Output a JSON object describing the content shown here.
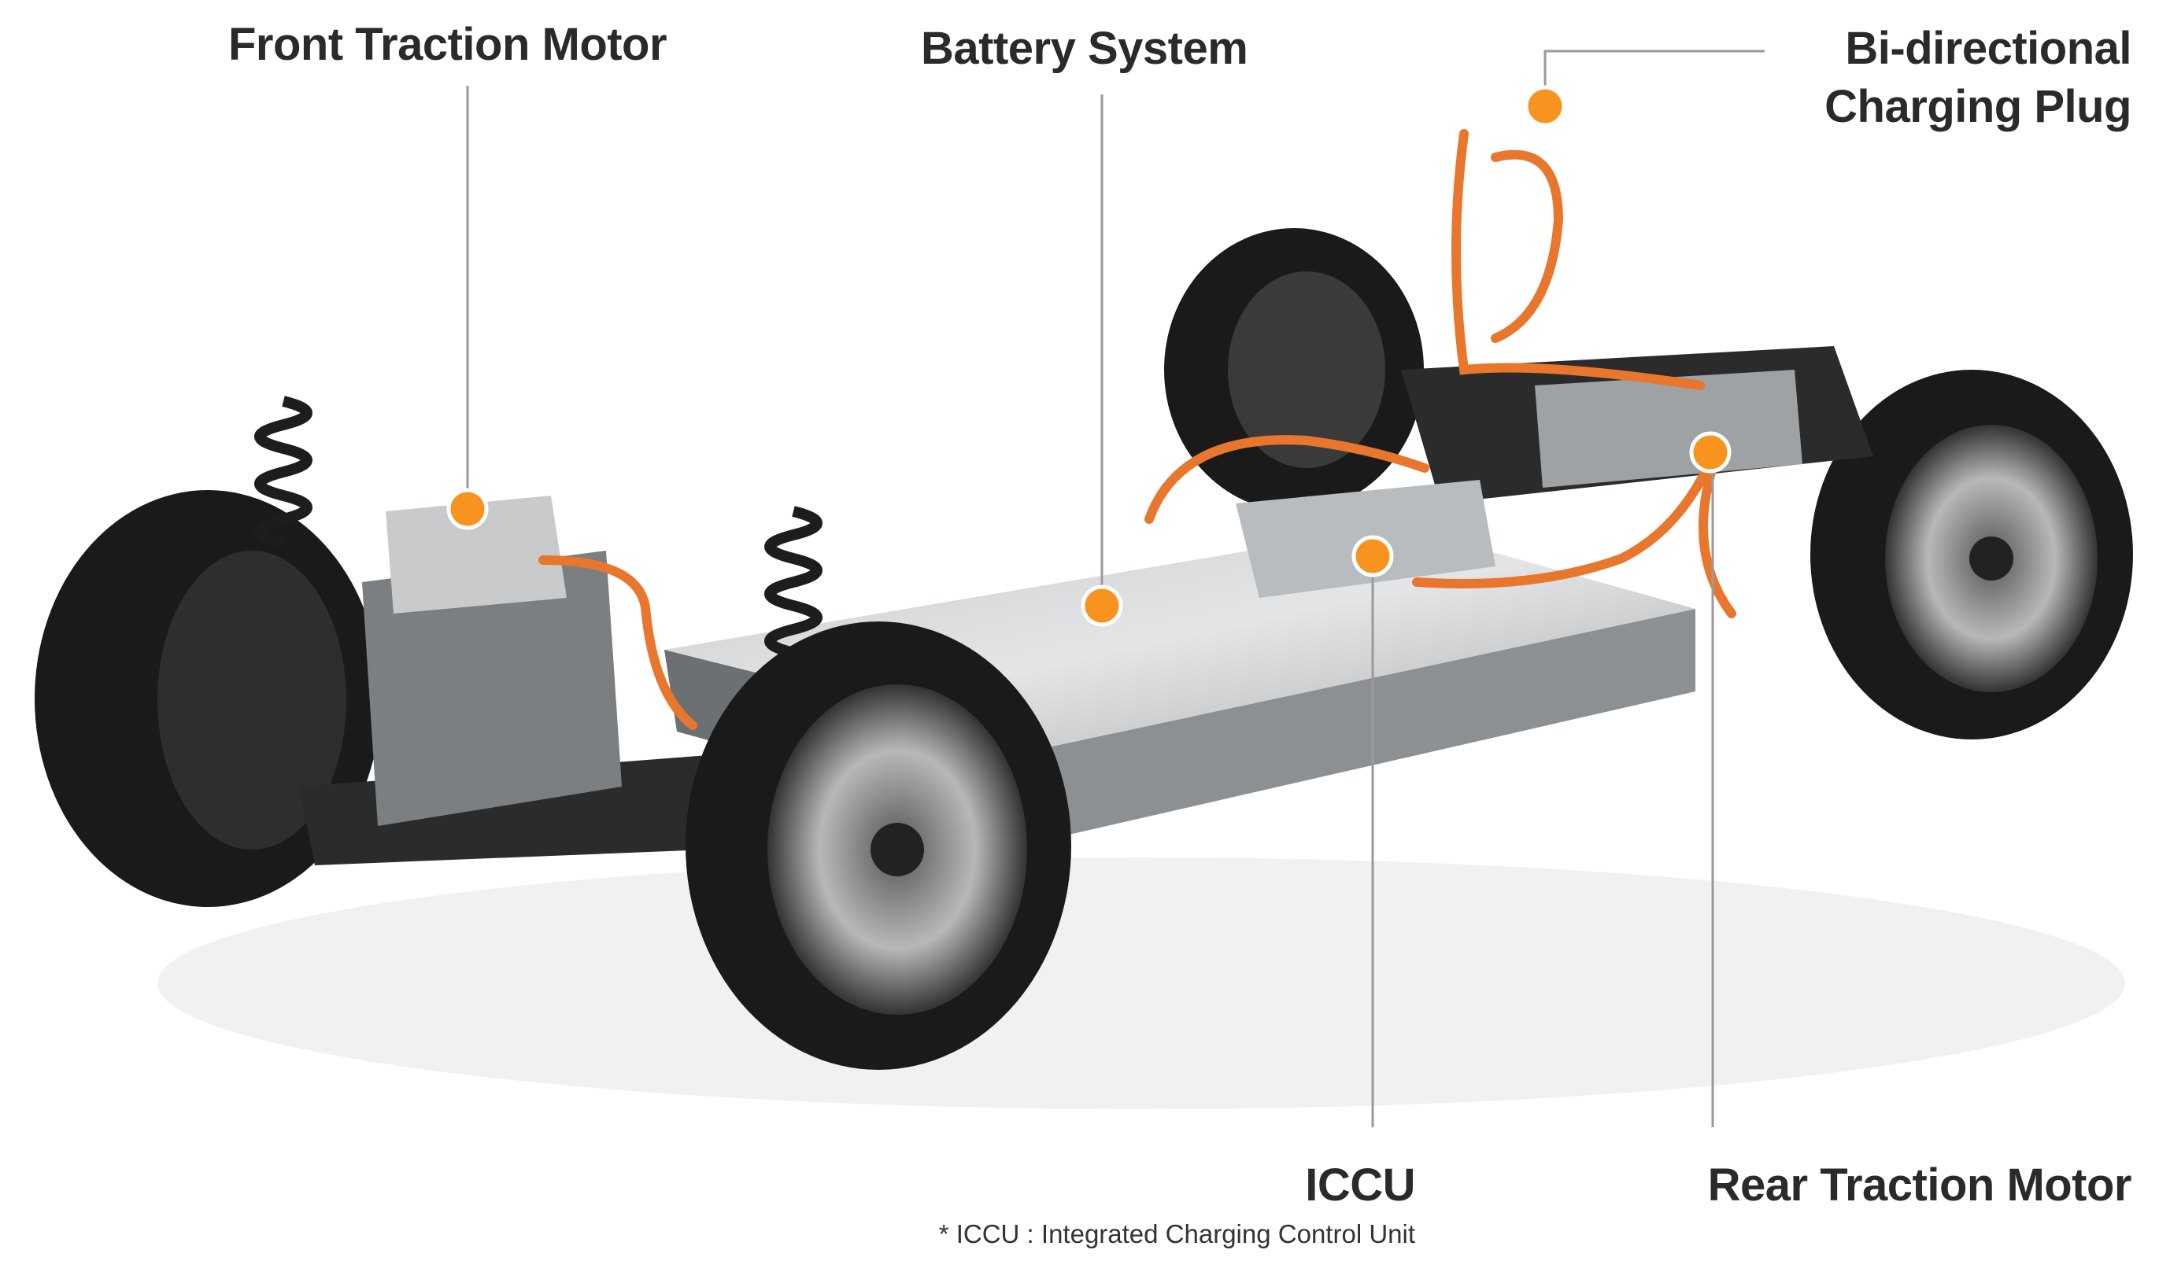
{
  "labels": {
    "front_motor": "Front Traction Motor",
    "battery": "Battery System",
    "charging_plug_line1": "Bi-directional",
    "charging_plug_line2": "Charging Plug",
    "iccu": "ICCU",
    "rear_motor": "Rear Traction Motor"
  },
  "footnote": "* ICCU : Integrated Charging Control Unit",
  "colors": {
    "marker": "#f7931e",
    "leader_line": "#9a9a9a",
    "cable": "#e8762d",
    "text": "#2a2a2a"
  }
}
